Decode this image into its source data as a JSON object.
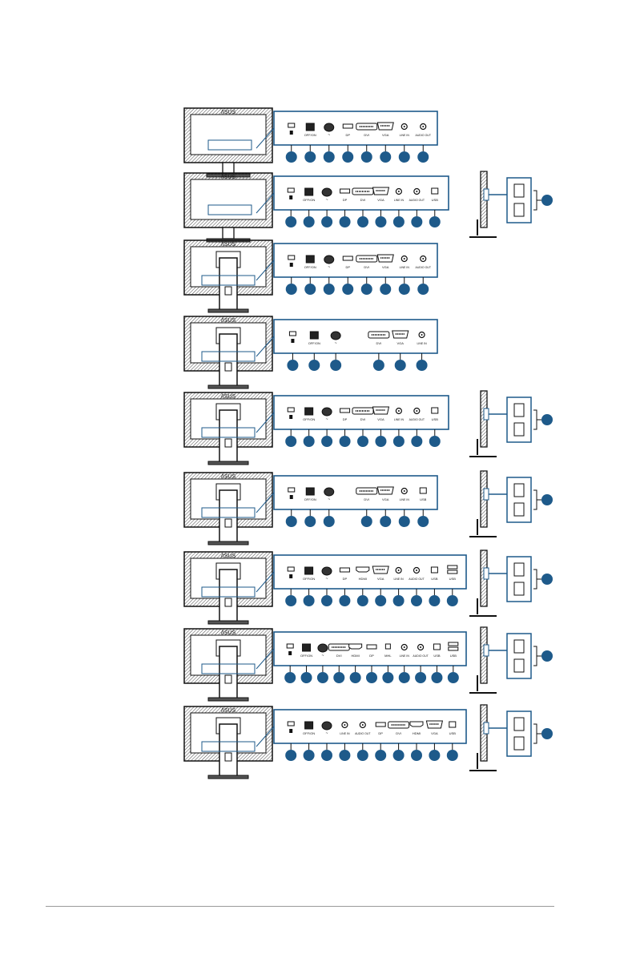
{
  "brand": "/ISUS",
  "port_labels": {
    "power_switch": "OFF/ON",
    "ac_in": "~",
    "dp": "DP",
    "dvi": "DVI",
    "vga": "VGA",
    "hdmi": "HDMI",
    "mhl": "MHL",
    "usb": "USB",
    "line_in": "LINE IN",
    "audio_out": "AUDIO OUT"
  },
  "colors": {
    "callout": "#1e5a8a",
    "panel_outline": "#1e5a8a",
    "monitor_line": "#111111",
    "monitor_hatch": "#555555"
  },
  "icons": [
    "kensington-lock-icon",
    "power-switch-icon",
    "ac-in-icon",
    "displayport-icon",
    "dvi-icon",
    "vga-icon",
    "hdmi-icon",
    "audio-in-icon",
    "headphone-icon",
    "usb-upstream-icon",
    "usb-downstream-icon"
  ],
  "rows": [
    {
      "id": "row-1",
      "monitor": "front-stand",
      "panel": [
        "lock",
        "switch",
        "ac",
        "dp",
        "dvi",
        "vga",
        "audio",
        "phone"
      ],
      "side": false
    },
    {
      "id": "row-2",
      "monitor": "front-stand",
      "panel": [
        "lock",
        "switch",
        "ac",
        "dp",
        "dvi",
        "vga",
        "audio",
        "phone",
        "usb"
      ],
      "side": true
    },
    {
      "id": "row-3",
      "monitor": "back-stand",
      "panel": [
        "lock",
        "switch",
        "ac",
        "dp",
        "dvi",
        "vga",
        "audio",
        "phone"
      ],
      "side": false
    },
    {
      "id": "row-4",
      "monitor": "back-stand",
      "panel": [
        "lock",
        "switch",
        "ac",
        "gap",
        "dvi",
        "vga",
        "audio"
      ],
      "side": false
    },
    {
      "id": "row-5",
      "monitor": "back-stand",
      "panel": [
        "lock",
        "switch",
        "ac",
        "dp",
        "dvi",
        "vga",
        "audio",
        "phone",
        "usb"
      ],
      "side": true
    },
    {
      "id": "row-6",
      "monitor": "back-stand",
      "panel": [
        "lock",
        "switch",
        "ac",
        "gap",
        "dvi",
        "vga",
        "audio",
        "usb"
      ],
      "side": true
    },
    {
      "id": "row-7",
      "monitor": "back-stand",
      "panel": [
        "lock",
        "switch",
        "ac",
        "dp",
        "hdmi",
        "vga",
        "audio",
        "phone",
        "usb",
        "usbdown"
      ],
      "side": true
    },
    {
      "id": "row-8",
      "monitor": "back-stand",
      "panel": [
        "lock",
        "switch",
        "ac",
        "dvi",
        "hdmi",
        "dp",
        "mhl",
        "audio",
        "phone",
        "usb",
        "usbdown"
      ],
      "side": true
    },
    {
      "id": "row-9",
      "monitor": "back-stand",
      "panel": [
        "lock",
        "switch",
        "ac",
        "audio",
        "phone",
        "dp",
        "dvi",
        "hdmi",
        "vga",
        "usb"
      ],
      "side": true
    }
  ]
}
